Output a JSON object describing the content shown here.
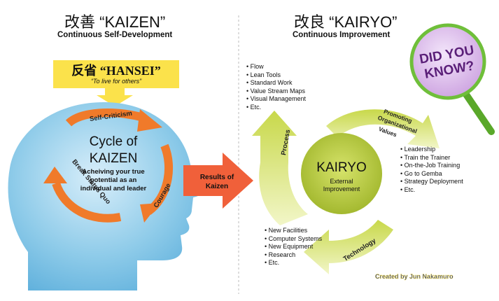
{
  "kaizen": {
    "title": "改善 “KAIZEN”",
    "subtitle": "Continuous Self-Development",
    "hansei": {
      "title": "反省 “HANSEI”",
      "tagline": "“To live for others”"
    },
    "cycle": {
      "line1": "Cycle of",
      "line2": "KAIZEN",
      "description": [
        "Acheiving your true",
        "potential as an",
        "individual and leader"
      ],
      "arrows": [
        "Self-Criticism",
        "Courage",
        "Break Status Quo"
      ]
    }
  },
  "results": [
    "Results of",
    "Kaizen"
  ],
  "kairyo": {
    "title": "改良 “KAIRYO”",
    "subtitle": "Continuous Improvement",
    "center": {
      "title": "KAIRYO",
      "line1": "External",
      "line2": "Improvement"
    },
    "process": {
      "label": "Process",
      "items": [
        "Flow",
        "Lean Tools",
        "Standard Work",
        "Value Stream Maps",
        "Visual Management",
        "Etc."
      ]
    },
    "values": {
      "label": [
        "Promoting",
        "Organizational",
        "Values"
      ],
      "items": [
        "Leadership",
        "Train the Trainer",
        "On-the-Job Training",
        "Go to Gemba",
        "Strategy Deployment",
        "Etc."
      ]
    },
    "technology": {
      "label": "Technology",
      "items": [
        "New Facilities",
        "Computer Systems",
        "New Equipment",
        "Research",
        "Etc."
      ]
    }
  },
  "badge": {
    "line1": "DID YOU",
    "line2": "KNOW?"
  },
  "credit": "Created by Jun Nakamuro",
  "colors": {
    "orange": "#f07a2a",
    "lime": "#c8d84a",
    "lime_dark": "#9fb52a",
    "head": "#7ec2e6",
    "yellow_box": "#fbe24b",
    "results_arrow": "#f0603a",
    "badge": "#d9b4e8"
  }
}
